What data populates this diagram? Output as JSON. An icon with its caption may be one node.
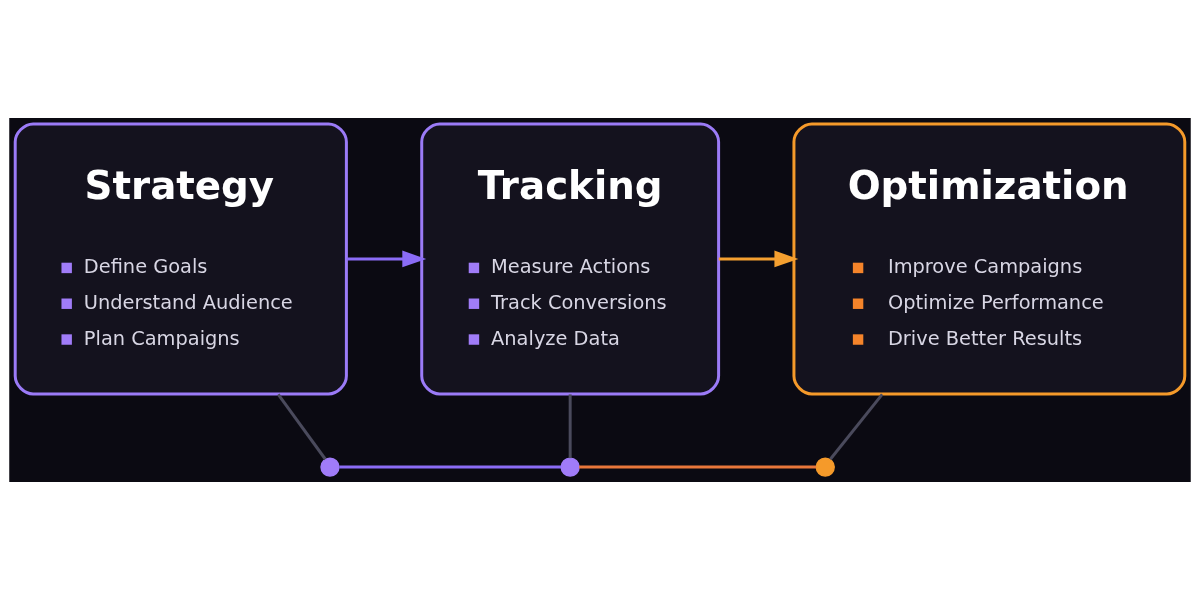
{
  "diagram": {
    "nodes": [
      {
        "text": [
          "Strategy",
          "Define Goals",
          "Understand Audience",
          "Plan Campaigns"
        ]
      },
      {
        "text": [
          "Tracking",
          "Measure Actions",
          "Track Conversions",
          "Analyze Data"
        ]
      },
      {
        "text": [
          "Optimization",
          "Improve Campaigns",
          "Optimize Performance",
          "Drive Better Results"
        ]
      },
      {
        "text": [],
        "shape": "circle"
      },
      {
        "text": [],
        "shape": "circle"
      },
      {
        "text": [],
        "shape": "circle"
      }
    ],
    "edges": [
      {
        "from": 0,
        "to": 1,
        "arrow": "to",
        "color": "#8b6cf6"
      },
      {
        "from": 1,
        "to": 2,
        "arrow": "to",
        "color": "#f5a030"
      },
      {
        "from": 0,
        "to": 3,
        "arrow": "none"
      },
      {
        "from": 1,
        "to": 4,
        "arrow": "none"
      },
      {
        "from": 2,
        "to": 5,
        "arrow": "none"
      },
      {
        "from": 3,
        "to": 4,
        "arrow": "none",
        "color": "#8b6cf6"
      },
      {
        "from": 4,
        "to": 5,
        "arrow": "none",
        "color": "#e9773a"
      }
    ]
  }
}
